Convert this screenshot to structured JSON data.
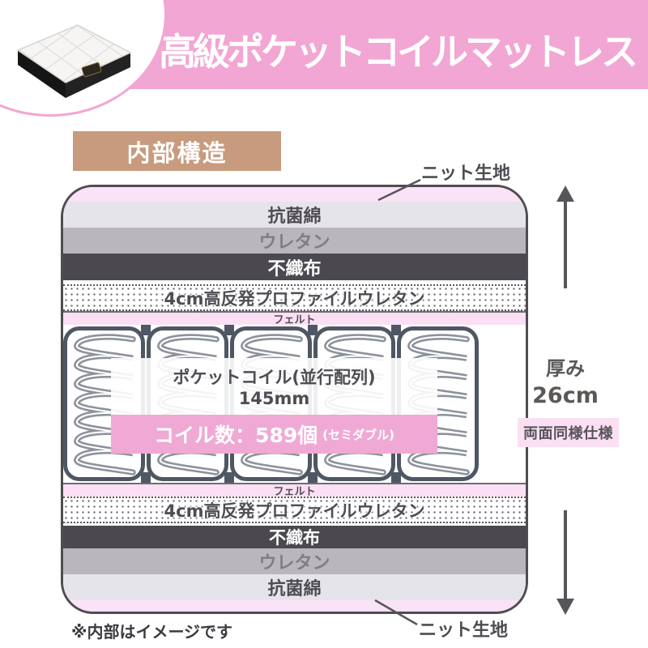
{
  "header": {
    "title": "高級ポケットコイルマットレス"
  },
  "section": {
    "label": "内部構造"
  },
  "diagram": {
    "layer_labels": {
      "knit": "ニット生地",
      "antibacterial_cotton": "抗菌綿",
      "urethane": "ウレタン",
      "nonwoven": "不織布",
      "profile_urethane": "4cm高反発プロファイルウレタン",
      "felt": "フェルト"
    },
    "coil_info": {
      "type": "ポケットコイル(並行配列)",
      "coil_height": "145mm",
      "count": "コイル数：589個",
      "count_note": "(セミダブル)"
    }
  },
  "side_info": {
    "thickness_label": "厚み",
    "thickness_value": "26cm",
    "both_sides_note": "両面同様仕様"
  },
  "footnote": "※内部はイメージです",
  "colors": {
    "banner_pink": "#F2A6D3",
    "accent_pink": "#EFA9D4",
    "light_pink_layer": "#FAE3F6",
    "felt_pink": "#FBDFF4",
    "section_brown": "#C89B7E",
    "nonwoven_dark": "#4B494F",
    "urethane_gray": "#B9B7BC",
    "cotton_gray": "#E6E4EB",
    "border_dark": "#4F4D53"
  }
}
